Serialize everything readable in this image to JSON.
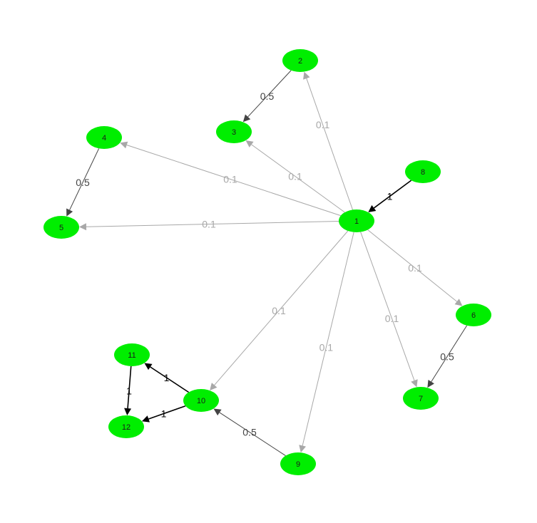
{
  "graph": {
    "node_color": "#00ee00",
    "nodes": [
      {
        "id": "1",
        "label": "1"
      },
      {
        "id": "2",
        "label": "2"
      },
      {
        "id": "3",
        "label": "3"
      },
      {
        "id": "4",
        "label": "4"
      },
      {
        "id": "5",
        "label": "5"
      },
      {
        "id": "6",
        "label": "6"
      },
      {
        "id": "7",
        "label": "7"
      },
      {
        "id": "8",
        "label": "8"
      },
      {
        "id": "9",
        "label": "9"
      },
      {
        "id": "10",
        "label": "10"
      },
      {
        "id": "11",
        "label": "11"
      },
      {
        "id": "12",
        "label": "12"
      }
    ],
    "edges": [
      {
        "from": "1",
        "to": "2",
        "weight": "0.1"
      },
      {
        "from": "1",
        "to": "3",
        "weight": "0.1"
      },
      {
        "from": "1",
        "to": "4",
        "weight": "0.1"
      },
      {
        "from": "1",
        "to": "5",
        "weight": "0.1"
      },
      {
        "from": "1",
        "to": "6",
        "weight": "0.1"
      },
      {
        "from": "1",
        "to": "7",
        "weight": "0.1"
      },
      {
        "from": "1",
        "to": "9",
        "weight": "0.1"
      },
      {
        "from": "1",
        "to": "10",
        "weight": "0.1"
      },
      {
        "from": "2",
        "to": "3",
        "weight": "0.5"
      },
      {
        "from": "4",
        "to": "5",
        "weight": "0.5"
      },
      {
        "from": "6",
        "to": "7",
        "weight": "0.5"
      },
      {
        "from": "9",
        "to": "10",
        "weight": "0.5"
      },
      {
        "from": "8",
        "to": "1",
        "weight": "1"
      },
      {
        "from": "10",
        "to": "11",
        "weight": "1"
      },
      {
        "from": "10",
        "to": "12",
        "weight": "1"
      },
      {
        "from": "11",
        "to": "12",
        "weight": "1"
      }
    ]
  }
}
